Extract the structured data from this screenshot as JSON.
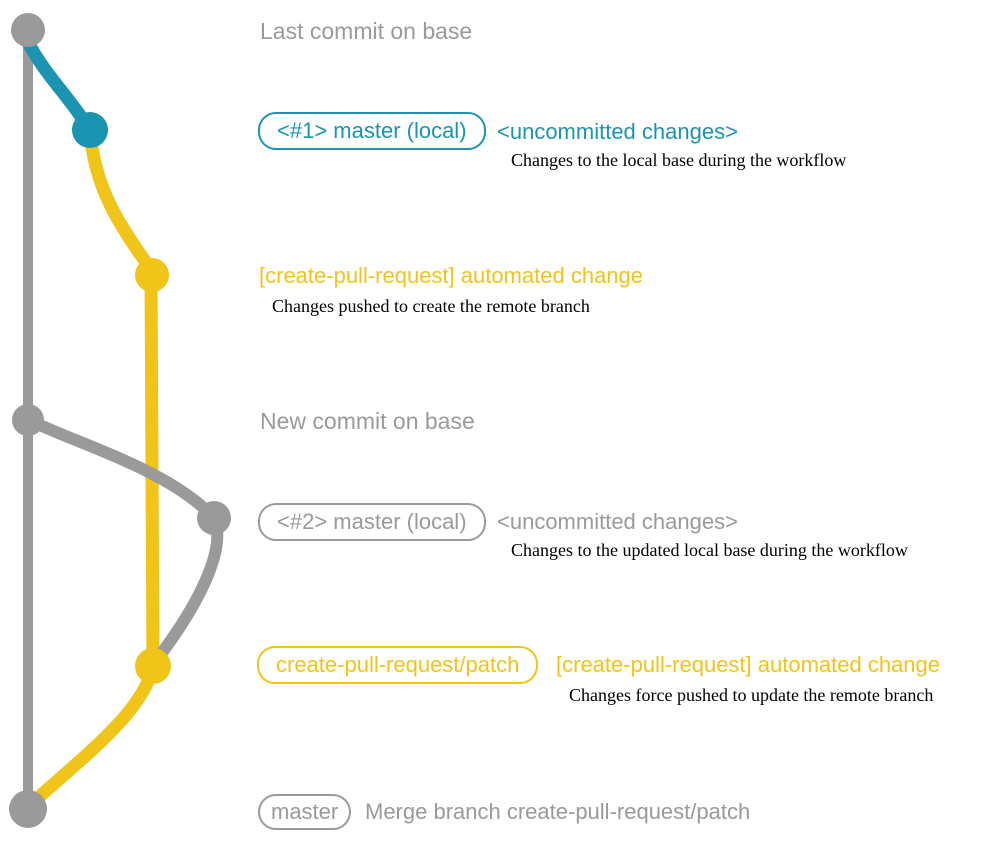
{
  "colors": {
    "gray": "#9a9a9a",
    "teal": "#1b94b2",
    "yellow": "#f0c419",
    "ink": "#000000",
    "background": "#ffffff"
  },
  "graph": {
    "type": "git-branch-diagram",
    "branches": [
      {
        "name": "base",
        "color_key": "gray"
      },
      {
        "name": "local-uncommitted-1",
        "color_key": "teal"
      },
      {
        "name": "create-pull-request/patch",
        "color_key": "yellow"
      },
      {
        "name": "local-uncommitted-2",
        "color_key": "gray"
      }
    ],
    "commits": [
      {
        "id": "last-commit-on-base",
        "branch": "base",
        "color_key": "gray"
      },
      {
        "id": "uncommitted-changes-1",
        "branch": "local-uncommitted-1",
        "color_key": "teal"
      },
      {
        "id": "automated-change-1",
        "branch": "create-pull-request/patch",
        "color_key": "yellow"
      },
      {
        "id": "new-commit-on-base",
        "branch": "base",
        "color_key": "gray"
      },
      {
        "id": "uncommitted-changes-2",
        "branch": "local-uncommitted-2",
        "color_key": "gray"
      },
      {
        "id": "automated-change-2",
        "branch": "create-pull-request/patch",
        "color_key": "yellow"
      },
      {
        "id": "merge-commit",
        "branch": "base",
        "color_key": "gray"
      }
    ]
  },
  "annotations": [
    {
      "title": "Last commit on base"
    },
    {
      "tag": "<#1> master (local)",
      "title": "<uncommitted changes>",
      "desc": "Changes to the local base during the workflow"
    },
    {
      "title": "[create-pull-request] automated change",
      "desc": "Changes pushed to create the remote branch"
    },
    {
      "title": "New commit on base"
    },
    {
      "tag": "<#2> master (local)",
      "title": "<uncommitted changes>",
      "desc": "Changes to the updated local base during the workflow"
    },
    {
      "tag": "create-pull-request/patch",
      "title": "[create-pull-request] automated change",
      "desc": "Changes force pushed to update the remote branch"
    },
    {
      "tag": "master",
      "title": "Merge branch create-pull-request/patch"
    }
  ]
}
